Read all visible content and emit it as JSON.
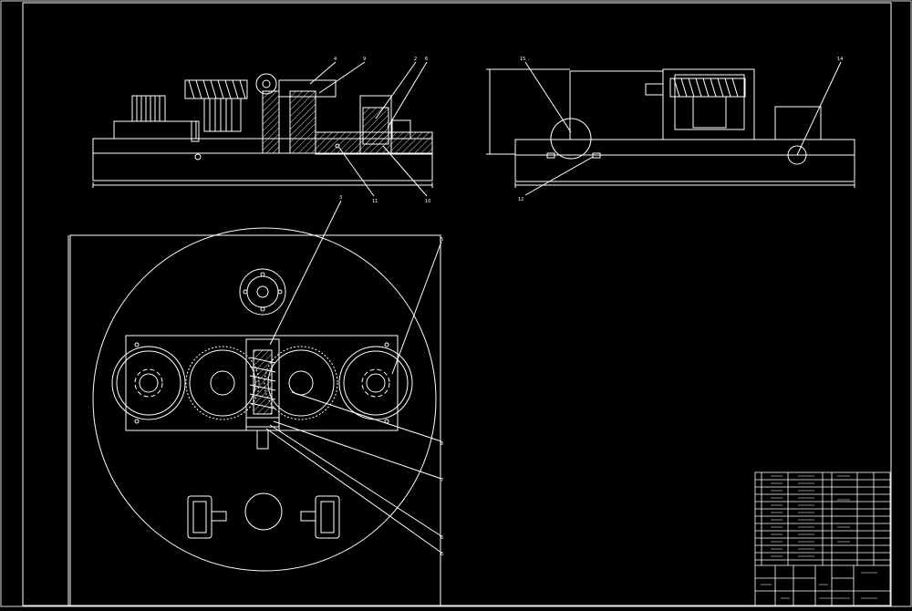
{
  "drawing": {
    "background": "#000000",
    "line_color": "#ffffff",
    "hatch_color": "#d8d8d8",
    "title_text": "",
    "drawing_number": ""
  },
  "balloons_front": [
    "4",
    "9",
    "2",
    "6",
    "11",
    "10"
  ],
  "balloons_side": [
    "15",
    "14",
    "12"
  ],
  "balloons_top": [
    "3",
    "5",
    "8",
    "7",
    "6",
    "6"
  ],
  "dimensions": {
    "front_width": "",
    "side_width": "",
    "side_height": "",
    "plan_height": ""
  },
  "title_block": {
    "rows": 12,
    "note": ""
  }
}
